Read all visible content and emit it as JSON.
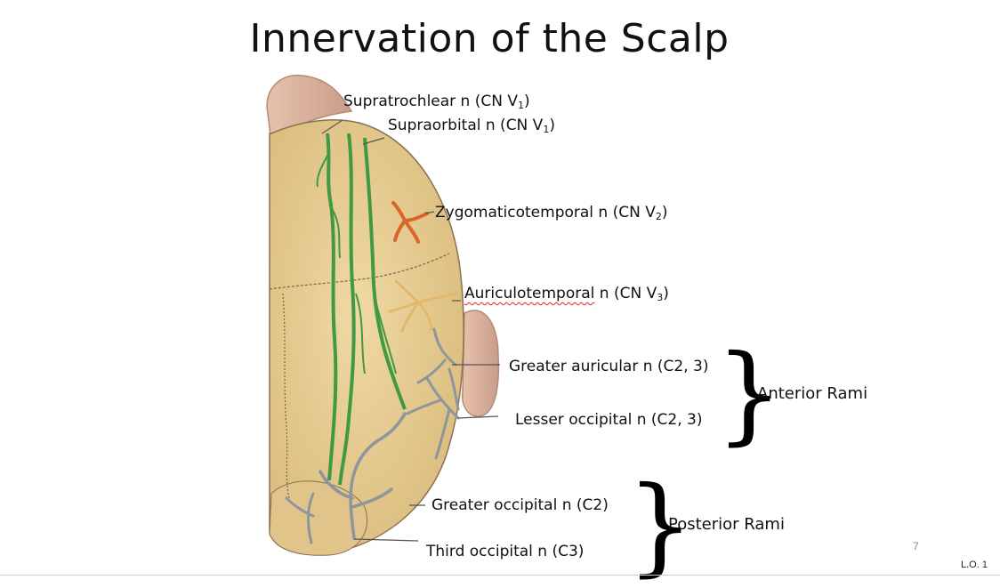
{
  "title": "Innervation of the Scalp",
  "labels": {
    "supratrochlear": {
      "text": "Supratrochlear n (CN V",
      "sub": "1",
      "tail": ")"
    },
    "supraorbital": {
      "text": "Supraorbital n (CN V",
      "sub": "1",
      "tail": ")"
    },
    "zygomaticotemporal": {
      "text": "Zygomaticotemporal n (CN V",
      "sub": "2",
      "tail": ")"
    },
    "auriculotemporal": {
      "text": "Auriculotemporal",
      "text2": " n (CN V",
      "sub": "3",
      "tail": ")"
    },
    "greater_auricular": "Greater auricular n (C2, 3)",
    "lesser_occipital": "Lesser occipital n (C2, 3)",
    "greater_occipital": "Greater occipital n (C2)",
    "third_occipital": "Third occipital n (C3)"
  },
  "groups": {
    "anterior": "Anterior Rami",
    "posterior": "Posterior Rami",
    "brace": "}"
  },
  "footer": {
    "slide_number": "7",
    "learning_objective": "L.O. 1"
  },
  "colors": {
    "skin": "#e8cf97",
    "nerve_v1": "#4caf50",
    "nerve_v2": "#d9652a",
    "nerve_v3": "#e3b86a",
    "nerve_cervical": "#9aa0a8"
  }
}
